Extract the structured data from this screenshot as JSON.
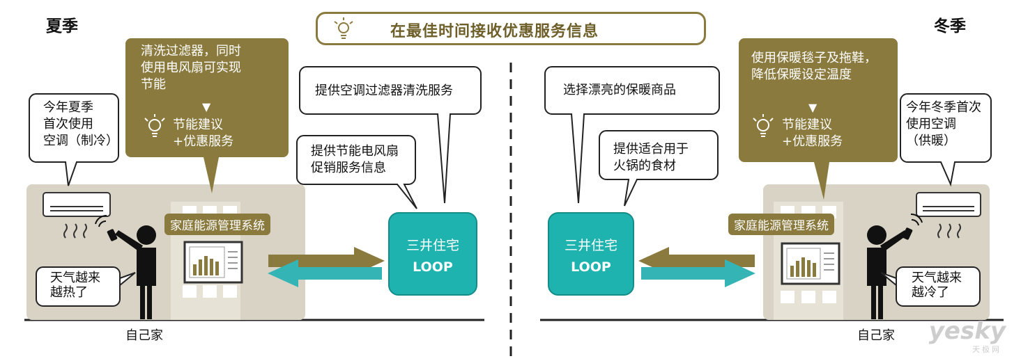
{
  "header": {
    "title": "在最佳时间接收优惠服务信息"
  },
  "left": {
    "season": "夏季",
    "user_bubble": [
      "今年夏季",
      "首次使用",
      "空调（制冷）"
    ],
    "advice_box": [
      "清洗过滤器，同时",
      "使用电风扇可实现",
      "节能"
    ],
    "arrow": "▼",
    "advice_result": [
      "节能建议",
      "+优惠服务"
    ],
    "service1": "提供空调过滤器清洗服务",
    "service2": [
      "提供节能电风扇",
      "促销服务信息"
    ],
    "system_label": "家庭能源管理系统",
    "person_bubble": [
      "天气越来",
      "越热了"
    ],
    "home_label": "自己家"
  },
  "right": {
    "season": "冬季",
    "user_bubble": [
      "今年冬季首次",
      "使用空调",
      "（供暖）"
    ],
    "advice_box": [
      "使用保暖毯子及拖鞋，",
      "降低保暖设定温度"
    ],
    "arrow": "▼",
    "advice_result": [
      "节能建议",
      "+优惠服务"
    ],
    "service1": "选择漂亮的保暖商品",
    "service2": [
      "提供适合用于",
      "火锅的食材"
    ],
    "system_label": "家庭能源管理系统",
    "person_bubble": [
      "天气越来",
      "越冷了"
    ],
    "home_label": "自己家"
  },
  "loop": {
    "line1": "三井住宅",
    "line2": "LOOP"
  },
  "watermark": {
    "brand": "yesky",
    "sub": "天极网"
  },
  "colors": {
    "olive": "#8b7a3e",
    "teal": "#1fb3b0",
    "house": "#d8d3c4",
    "arrow_olive": "#8b7a3e",
    "arrow_teal": "#35b4b5"
  }
}
